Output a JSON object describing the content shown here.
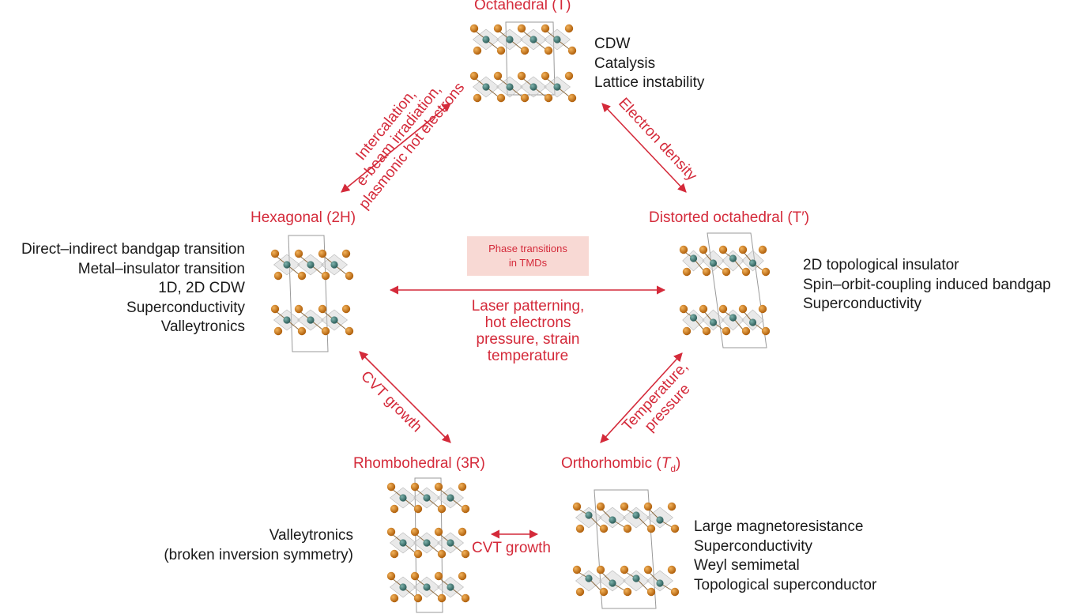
{
  "center_box": {
    "line1": "Phase transitions",
    "line2": "in TMDs"
  },
  "phases": {
    "octahedral": {
      "title": "Octahedral (T)",
      "properties": [
        "CDW",
        "Catalysis",
        "Lattice instability"
      ]
    },
    "hexagonal": {
      "title": "Hexagonal (2H)",
      "properties": [
        "Direct–indirect bandgap transition",
        "Metal–insulator transition",
        "1D, 2D CDW",
        "Superconductivity",
        "Valleytronics"
      ]
    },
    "distorted": {
      "title": "Distorted octahedral (T′)",
      "properties": [
        "2D topological insulator",
        "Spin–orbit-coupling  induced bandgap",
        "Superconductivity"
      ]
    },
    "rhombohedral": {
      "title": "Rhombohedral (3R)",
      "properties": [
        "Valleytronics",
        "(broken inversion symmetry)"
      ]
    },
    "orthorhombic": {
      "title_main": "Orthorhombic (",
      "title_italic": "T",
      "title_sub": "d",
      "title_close": ")",
      "properties": [
        "Large magnetoresistance",
        "Superconductivity",
        "Weyl semimetal",
        "Topological superconductor"
      ]
    }
  },
  "transitions": {
    "hex_to_oct": [
      "Intercalation,",
      "e-beam irradiation,",
      "plasmonic hot electrons"
    ],
    "oct_to_dist": [
      "Electron density"
    ],
    "hex_to_dist": [
      "Laser patterning,",
      "hot electrons",
      "pressure, strain",
      "temperature"
    ],
    "hex_to_rhombo": [
      "CVT growth"
    ],
    "dist_to_ortho": [
      "Temperature,",
      "pressure"
    ],
    "rhombo_to_ortho": [
      "CVT growth"
    ]
  },
  "colors": {
    "accent_red": "#d42a3a",
    "box_fill": "#f8d9d4",
    "metal_atom": "#3f7f7a",
    "chalcogen_atom": "#c97a1e",
    "text": "#1a1a1a"
  }
}
